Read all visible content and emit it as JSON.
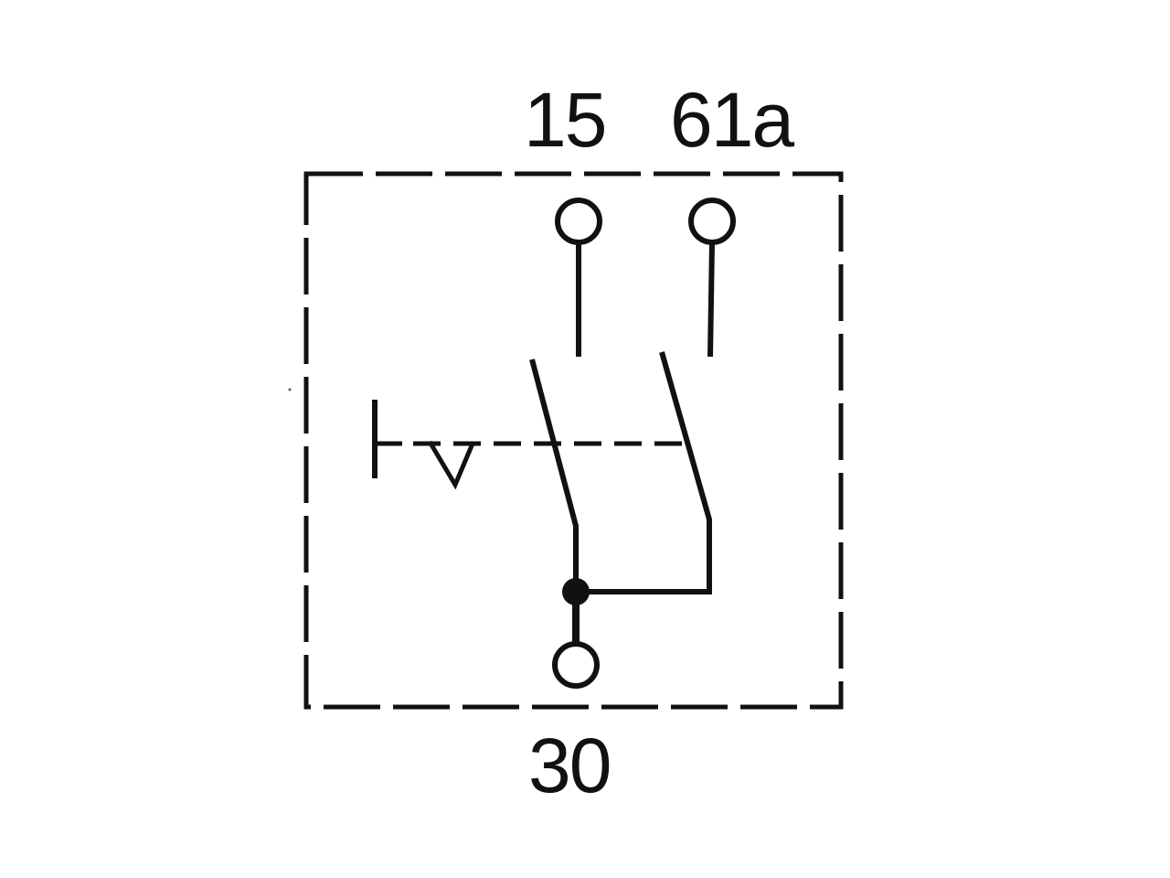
{
  "diagram": {
    "terminals": {
      "t15": "15",
      "t61a": "61a",
      "t30": "30"
    },
    "colors": {
      "ink": "#111111",
      "background": "#ffffff"
    }
  }
}
